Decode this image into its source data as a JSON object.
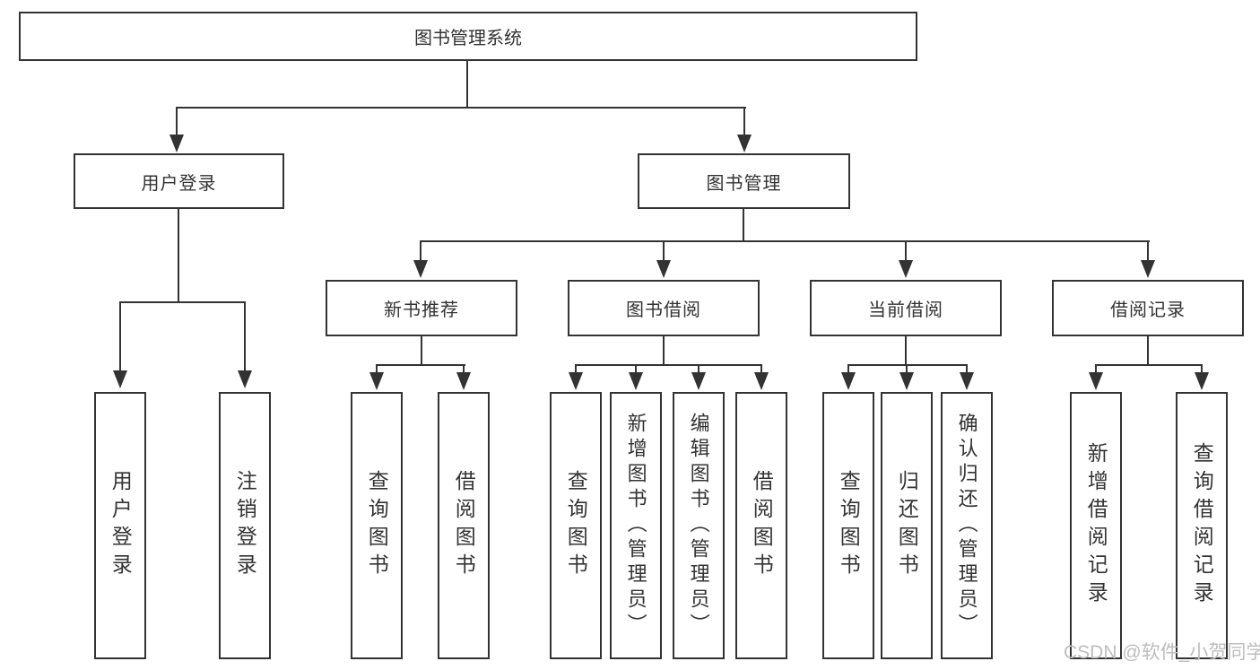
{
  "title": {
    "label": "图书管理系统"
  },
  "tree": {
    "user_login": {
      "label": "用户登录",
      "children": [
        {
          "label": "用户登录"
        },
        {
          "label": "注销登录"
        }
      ]
    },
    "book_mgmt": {
      "label": "图书管理",
      "children": [
        {
          "label": "新书推荐",
          "children": [
            {
              "label": "查询图书"
            },
            {
              "label": "借阅图书"
            }
          ]
        },
        {
          "label": "图书借阅",
          "children": [
            {
              "label": "查询图书"
            },
            {
              "label": "新增图书（管理员）"
            },
            {
              "label": "编辑图书（管理员）"
            },
            {
              "label": "借阅图书"
            }
          ]
        },
        {
          "label": "当前借阅",
          "children": [
            {
              "label": "查询图书"
            },
            {
              "label": "归还图书"
            },
            {
              "label": "确认归还（管理员）"
            }
          ]
        },
        {
          "label": "借阅记录",
          "children": [
            {
              "label": "新增借阅记录"
            },
            {
              "label": "查询借阅记录"
            }
          ]
        }
      ]
    }
  },
  "watermark": {
    "text": "CSDN @软件_小贺同学"
  },
  "colors": {
    "line": "#333333",
    "box_border": "#333333",
    "box_bg": "#ffffff",
    "text": "#333333",
    "watermark": "#bdbdbd",
    "background": "#ffffff"
  }
}
